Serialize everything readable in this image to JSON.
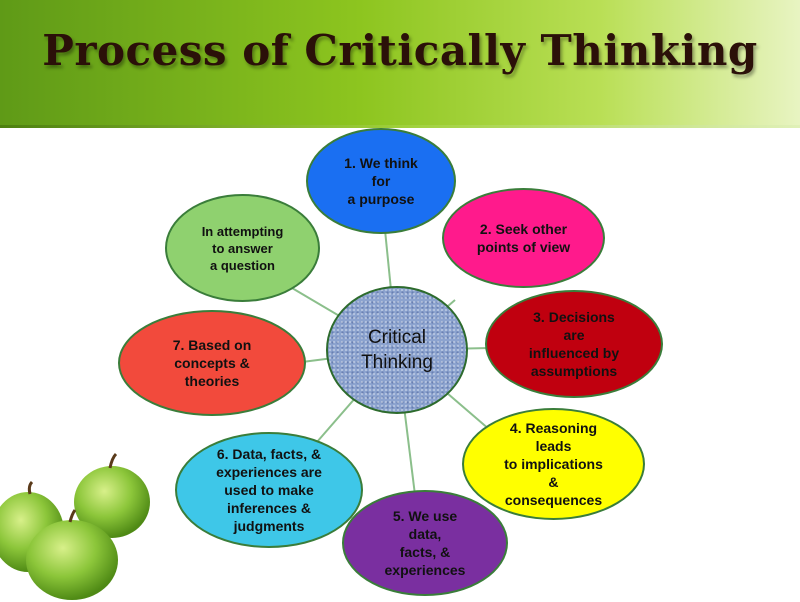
{
  "title": "Process of Critically Thinking",
  "center": "Critical\nThinking",
  "nodes": [
    {
      "label": "1.  We think\n     for\n  a purpose",
      "color": "#1a6ff2"
    },
    {
      "label": "2.  Seek other\npoints of view",
      "color": "#ff1a8c"
    },
    {
      "label": "3.  Decisions\n       are\ninfluenced by\n  assumptions",
      "color": "#c0000f"
    },
    {
      "label": "4.  Reasoning\n        leads\nto implications\n        &\nconsequences",
      "color": "#ffff00"
    },
    {
      "label": "5.  We use\ndata,\nfacts, &\nexperiences",
      "color": "#7a2fa0"
    },
    {
      "label": "6.  Data, facts, &\nexperiences are\nused to make\ninferences &\njudgments",
      "color": "#3ec7e8"
    },
    {
      "label": "7.  Based on\nconcepts &\ntheories",
      "color": "#f24a3c"
    },
    {
      "label": "In attempting\nto answer\na question",
      "color": "#8fd16f"
    }
  ]
}
